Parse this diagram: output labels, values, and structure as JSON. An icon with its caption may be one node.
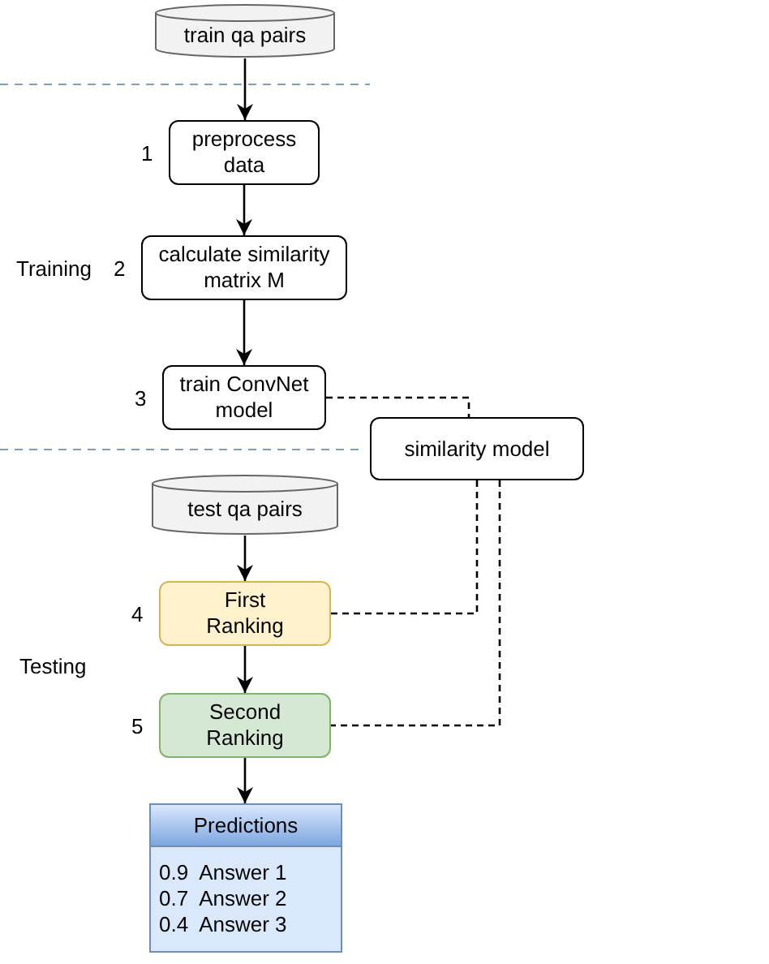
{
  "diagram": {
    "nodes": [
      {
        "text": [
          "train qa pairs"
        ]
      },
      {
        "text": [
          "preprocess data"
        ],
        "beside": [
          "1"
        ]
      },
      {
        "text": [
          "calculate similarity matrix M"
        ],
        "beside": [
          "2"
        ]
      },
      {
        "text": [
          "train ConvNet model"
        ],
        "beside": [
          "3"
        ]
      },
      {
        "text": [
          "similarity model"
        ]
      },
      {
        "text": [
          "test qa pairs"
        ]
      },
      {
        "text": [
          "First Ranking"
        ],
        "beside": [
          "4"
        ]
      },
      {
        "text": [
          "Second Ranking"
        ],
        "beside": [
          "5"
        ]
      },
      {
        "text": [
          "Predictions",
          "0.9  Answer 1",
          "0.7  Answer 2",
          "0.4  Answer 3"
        ]
      }
    ],
    "edges": [
      {
        "from": 0,
        "to": 1,
        "arrow": "to"
      },
      {
        "from": 1,
        "to": 2,
        "arrow": "to"
      },
      {
        "from": 2,
        "to": 3,
        "arrow": "to"
      },
      {
        "from": 3,
        "to": 4,
        "arrow": "none",
        "style": "dashed"
      },
      {
        "from": 5,
        "to": 6,
        "arrow": "to"
      },
      {
        "from": 6,
        "to": 7,
        "arrow": "to"
      },
      {
        "from": 7,
        "to": 8,
        "arrow": "to"
      },
      {
        "from": 4,
        "to": 6,
        "arrow": "none",
        "style": "dashed"
      },
      {
        "from": 4,
        "to": 7,
        "arrow": "none",
        "style": "dashed"
      }
    ],
    "labels": [
      "Training",
      "Testing"
    ]
  }
}
